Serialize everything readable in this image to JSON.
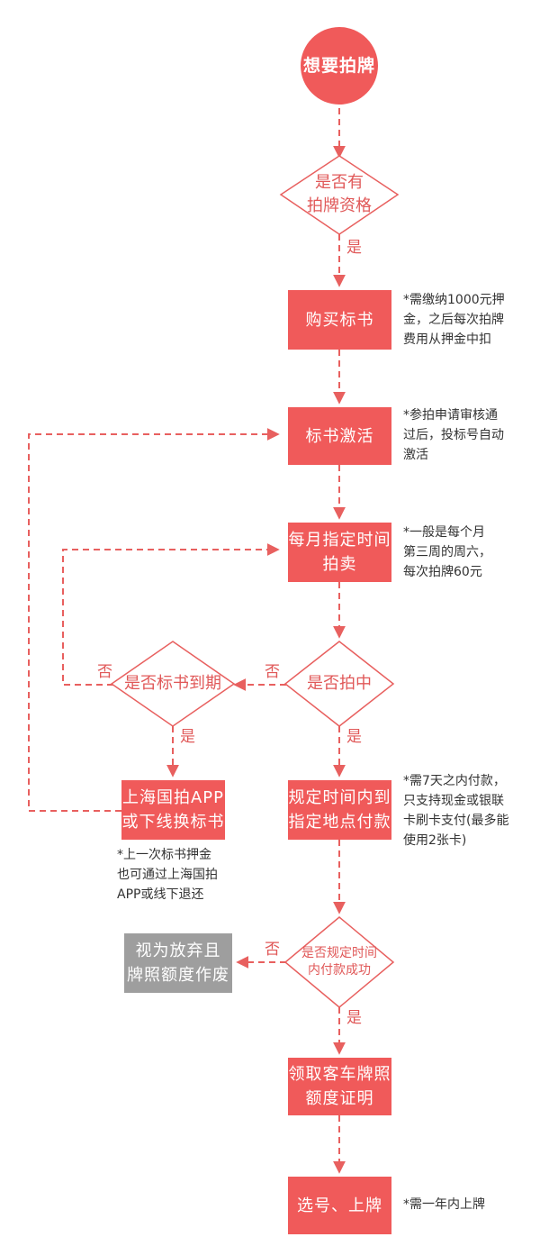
{
  "nodes": {
    "start": "想要拍牌",
    "has_qualification": "是否有\n拍牌资格",
    "buy_tender": "购买标书",
    "activate_tender": "标书激活",
    "monthly_auction": "每月指定时间\n拍卖",
    "won_auction": "是否拍中",
    "tender_expired": "是否标书到期",
    "renew_tender": "上海国拍APP\n或下线换标书",
    "pay_on_time": "规定时间内到\n指定地点付款",
    "paid_successfully": "是否规定时间\n内付款成功",
    "forfeit": "视为放弃且\n牌照额度作废",
    "get_certificate": "领取客车牌照\n额度证明",
    "select_plate": "选号、上牌"
  },
  "notes": {
    "buy_tender": "*需缴纳1000元押\n金，之后每次拍牌\n费用从押金中扣",
    "activate_tender": "*参拍申请审核通\n过后，投标号自动\n激活",
    "monthly_auction": "*一般是每个月\n第三周的周六，\n每次拍牌60元",
    "renew_tender": "*上一次标书押金\n也可通过上海国拍\nAPP或线下退还",
    "pay_on_time": "*需7天之内付款，\n只支持现金或银联\n卡刷卡支付(最多能\n使用2张卡)",
    "select_plate": "*需一年内上牌"
  },
  "labels": {
    "yes": "是",
    "no": "否"
  },
  "colors": {
    "primary": "#f05a5a",
    "arrow": "#e8605f",
    "diamond_text": "#e05858",
    "gray": "#9e9e9e",
    "note_text": "#333333"
  }
}
